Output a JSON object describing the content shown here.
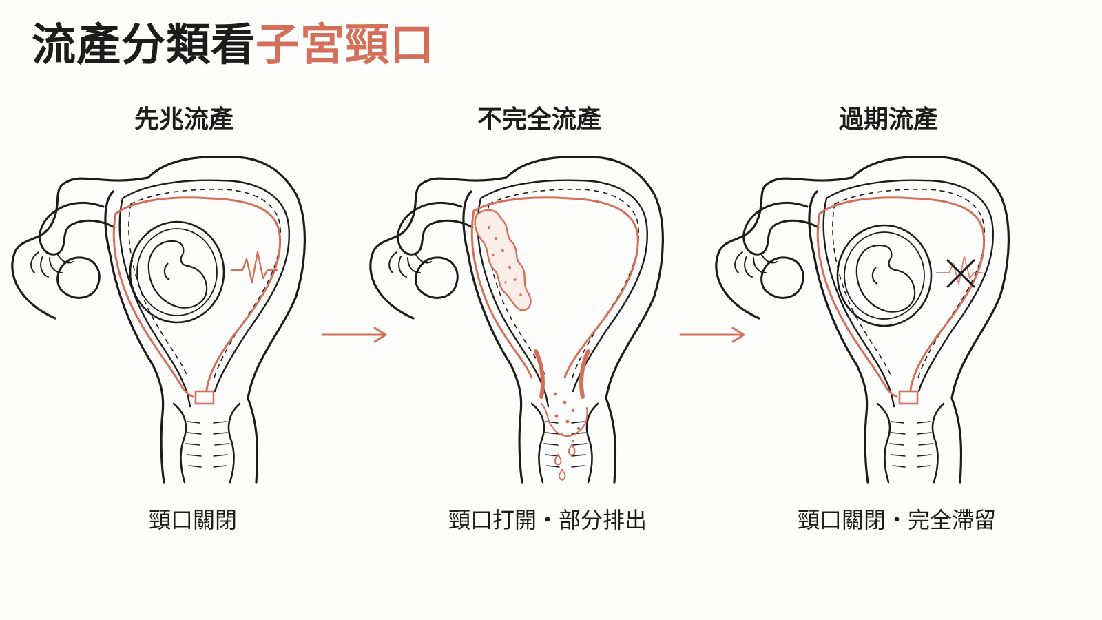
{
  "title": {
    "main": "流產分類看",
    "accent": "子宮頸口"
  },
  "panels": [
    {
      "heading": "先兆流產",
      "caption": "頸口關閉"
    },
    {
      "heading": "不完全流產",
      "caption": "頸口打開・部分排出"
    },
    {
      "heading": "過期流產",
      "caption": "頸口關閉・完全滯留"
    }
  ],
  "colors": {
    "accent": "#d4705a",
    "ink": "#1c1c1c"
  },
  "icons": [
    "heartbeat-icon",
    "no-heartbeat-icon",
    "arrow-right-icon"
  ]
}
